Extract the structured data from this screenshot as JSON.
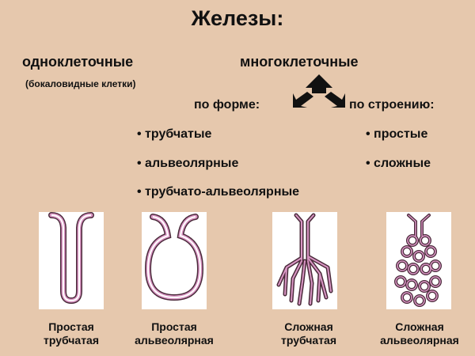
{
  "title": "Железы:",
  "left": {
    "heading": "одноклеточные",
    "note": "(бокаловидные клетки)"
  },
  "right": {
    "heading": "многоклеточные",
    "shape_label": "по форме:",
    "structure_label": "по строению:",
    "shape_items": [
      "трубчатые",
      "альвеолярные",
      "трубчато-альвеолярные"
    ],
    "structure_items": [
      "простые",
      "сложные"
    ]
  },
  "figures": [
    {
      "icon": "simple-tubular-gland",
      "caption_lines": [
        "Простая",
        "трубчатая"
      ]
    },
    {
      "icon": "simple-alveolar-gland",
      "caption_lines": [
        "Простая",
        "альвеолярная"
      ]
    },
    {
      "icon": "compound-tubular-gland",
      "caption_lines": [
        "Сложная",
        "трубчатая"
      ]
    },
    {
      "icon": "compound-alveolar-gland",
      "caption_lines": [
        "Сложная",
        "альвеолярная"
      ]
    }
  ],
  "colors": {
    "background": "#e6c8ad",
    "gland_outline": "#4a2a3a",
    "gland_lumen": "#d996c4"
  }
}
